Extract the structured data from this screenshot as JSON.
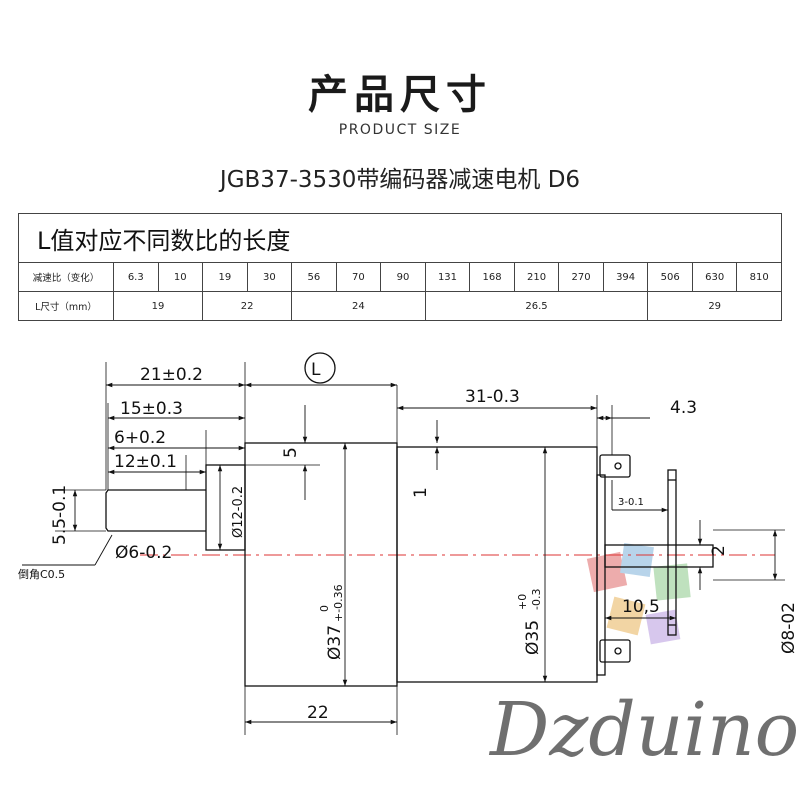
{
  "header": {
    "title_cn": "产品尺寸",
    "title_en": "PRODUCT SIZE",
    "model": "JGB37-3530带编码器减速电机 D6"
  },
  "table": {
    "heading": "L值对应不同数比的长度",
    "ratio_label": "减速比（变化）",
    "ratios": [
      "6.3",
      "10",
      "19",
      "30",
      "56",
      "70",
      "90",
      "131",
      "168",
      "210",
      "270",
      "394",
      "506",
      "630",
      "810"
    ],
    "length_label": "L尺寸（mm）",
    "lengths": [
      {
        "value": "19",
        "span": 2
      },
      {
        "value": "22",
        "span": 2
      },
      {
        "value": "24",
        "span": 3
      },
      {
        "value": "26.5",
        "span": 5
      },
      {
        "value": "29",
        "span": 3
      }
    ]
  },
  "drawing": {
    "dims": {
      "d21": "21±0.2",
      "d15": "15±0.3",
      "d6": "6+0.2",
      "d12": "12±0.1",
      "dL": "L",
      "d31": "31-0.3",
      "d43": "4.3",
      "d5": "5",
      "d1": "1",
      "d55": "5.5-0.1",
      "dphi6": "Ø6-0.2",
      "chamfer": "倒角C0.5",
      "dphi12": "Ø12-0.2",
      "dphi37": "Ø37",
      "dphi37_tol_up": "0",
      "dphi37_tol_low": "+-0.36",
      "dphi35": "Ø35",
      "dphi35_tol_up": "+0",
      "dphi35_tol_low": "-0.3",
      "d3": "3-0.1",
      "d2": "2",
      "d105": "10,5",
      "dphi8": "Ø8-02",
      "d22": "22"
    }
  },
  "watermark": {
    "text": "Dzduino"
  }
}
